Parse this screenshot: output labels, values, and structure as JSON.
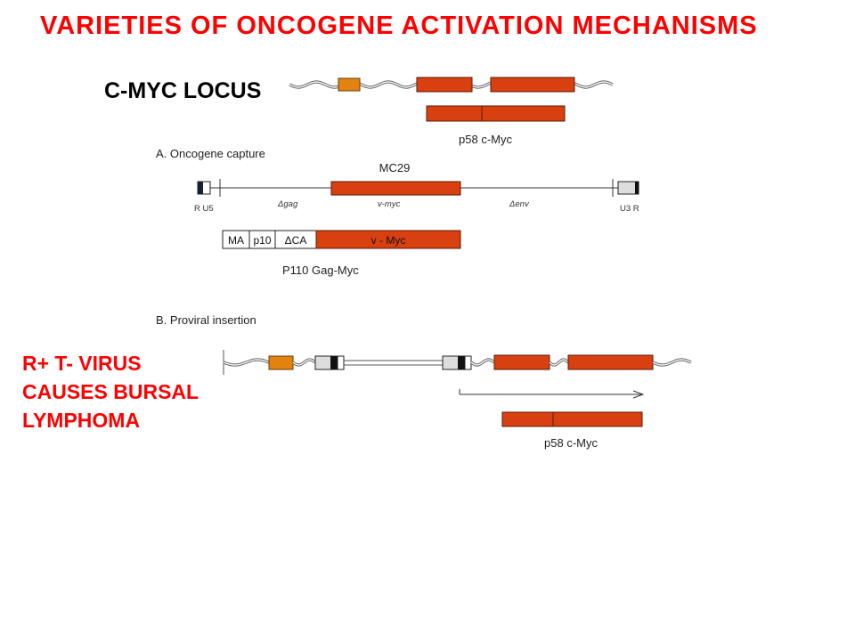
{
  "title": "VARIETIES OF ONCOGENE ACTIVATION MECHANISMS",
  "locus_label": "C-MYC LOCUS",
  "locus_protein": "p58 c-Myc",
  "section_a": {
    "heading": "A. Oncogene capture",
    "virus_name": "MC29",
    "ltr_left": "R U5",
    "gag": "Δgag",
    "vmyc": "v-myc",
    "env": "Δenv",
    "ltr_right": "U3 R",
    "fusion_segments": [
      "MA",
      "p10",
      "ΔCA",
      "v - Myc"
    ],
    "fusion_protein": "P110 Gag-Myc"
  },
  "section_b": {
    "heading": "B. Proviral insertion",
    "protein": "p58 c-Myc"
  },
  "note_lines": [
    "R+ T- VIRUS",
    "CAUSES BURSAL",
    "LYMPHOMA"
  ],
  "colors": {
    "title": "#ff0000",
    "exon": "#d9400f",
    "orange_exon": "#e2820f"
  }
}
